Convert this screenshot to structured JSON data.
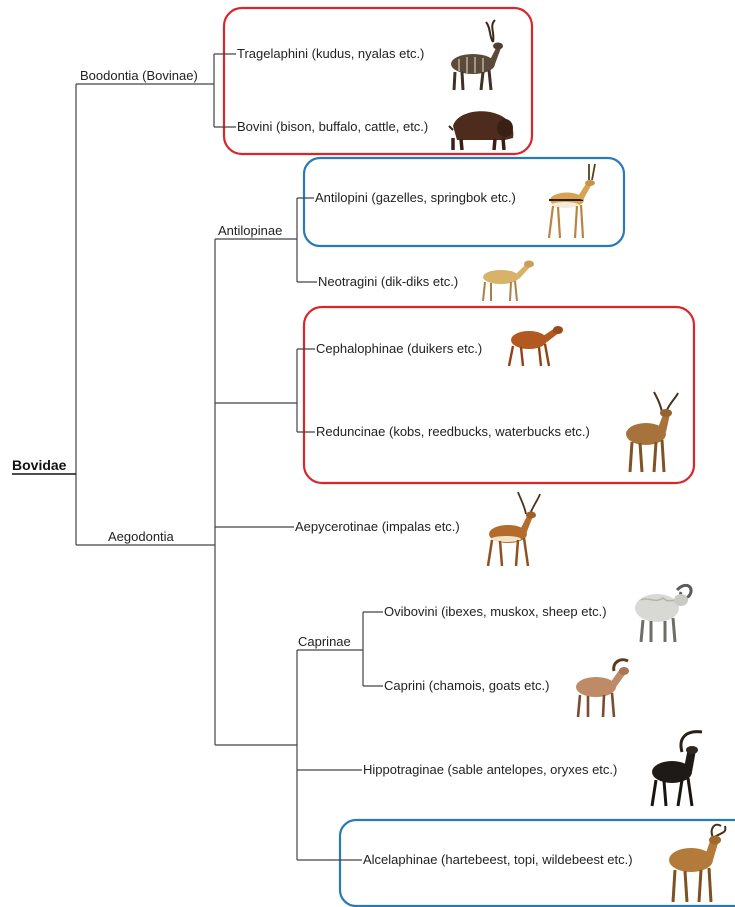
{
  "tree": {
    "root": "Bovidae",
    "subfamilies": [
      "Boodontia (Bovinae)",
      "Aegodontia"
    ],
    "groups": [
      "Antilopinae",
      "Caprinae"
    ],
    "taxa": [
      "Tragelaphini (kudus, nyalas etc.)",
      "Bovini (bison, buffalo, cattle, etc.)",
      "Antilopini (gazelles, springbok etc.)",
      "Neotragini (dik-diks etc.)",
      "Cephalophinae (duikers etc.)",
      "Reduncinae (kobs, reedbucks, waterbucks etc.)",
      "Aepycerotinae (impalas etc.)",
      "Ovibovini (ibexes, muskox, sheep etc.)",
      "Caprini (chamois, goats etc.)",
      "Hippotraginae (sable antelopes, oryxes etc.)",
      "Alcelaphinae (hartebeest, topi, wildebeest etc.)"
    ]
  },
  "highlight_colors": {
    "red": "#d9262b",
    "blue": "#2a7ab6"
  },
  "animal_icons": [
    "kudu-icon",
    "bison-icon",
    "gazelle-icon",
    "dikdik-icon",
    "duiker-icon",
    "waterbuck-icon",
    "impala-icon",
    "sheep-icon",
    "goat-icon",
    "sable-antelope-icon",
    "hartebeest-icon"
  ]
}
